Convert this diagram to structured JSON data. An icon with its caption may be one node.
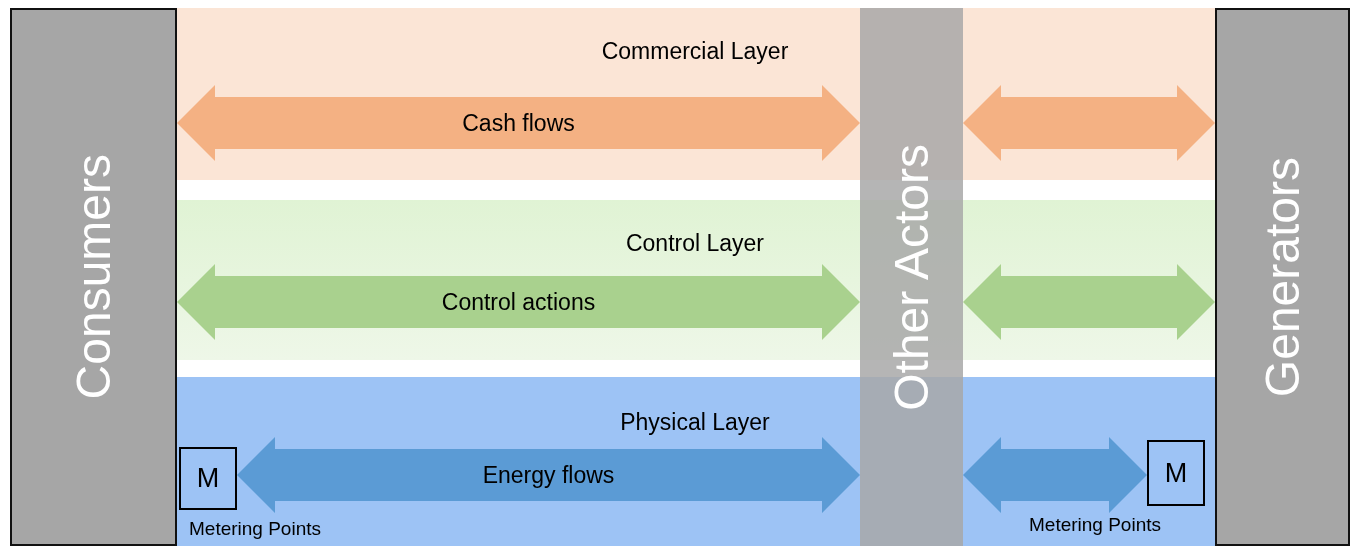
{
  "diagram": {
    "nodes": [
      {
        "text": [
          "Consumers"
        ]
      },
      {
        "text": [
          "Commercial Layer"
        ]
      },
      {
        "text": [
          "Control Layer"
        ]
      },
      {
        "text": [
          "Physical Layer"
        ]
      },
      {
        "text": [
          "Other Actors"
        ]
      },
      {
        "text": [
          "Generators"
        ]
      },
      {
        "text": [
          "M"
        ],
        "in": 3,
        "beside": [
          "Metering Points"
        ]
      },
      {
        "text": [
          "M"
        ],
        "in": 3,
        "beside": [
          "Metering Points"
        ]
      }
    ],
    "edges": [
      {
        "from": 0,
        "to": 4,
        "arrow": "both",
        "label": "Cash flows",
        "style": "thick",
        "color": "#f4b183"
      },
      {
        "from": 4,
        "to": 5,
        "arrow": "both",
        "style": "thick",
        "color": "#f4b183"
      },
      {
        "from": 0,
        "to": 4,
        "arrow": "both",
        "label": "Control actions",
        "style": "thick",
        "color": "#a9d18e"
      },
      {
        "from": 4,
        "to": 5,
        "arrow": "both",
        "style": "thick",
        "color": "#a9d18e"
      },
      {
        "from": 6,
        "to": 4,
        "arrow": "both",
        "label": "Energy flows",
        "style": "thick",
        "color": "#5b9bd5"
      },
      {
        "from": 4,
        "to": 7,
        "arrow": "both",
        "style": "thick",
        "color": "#5b9bd5"
      }
    ]
  }
}
